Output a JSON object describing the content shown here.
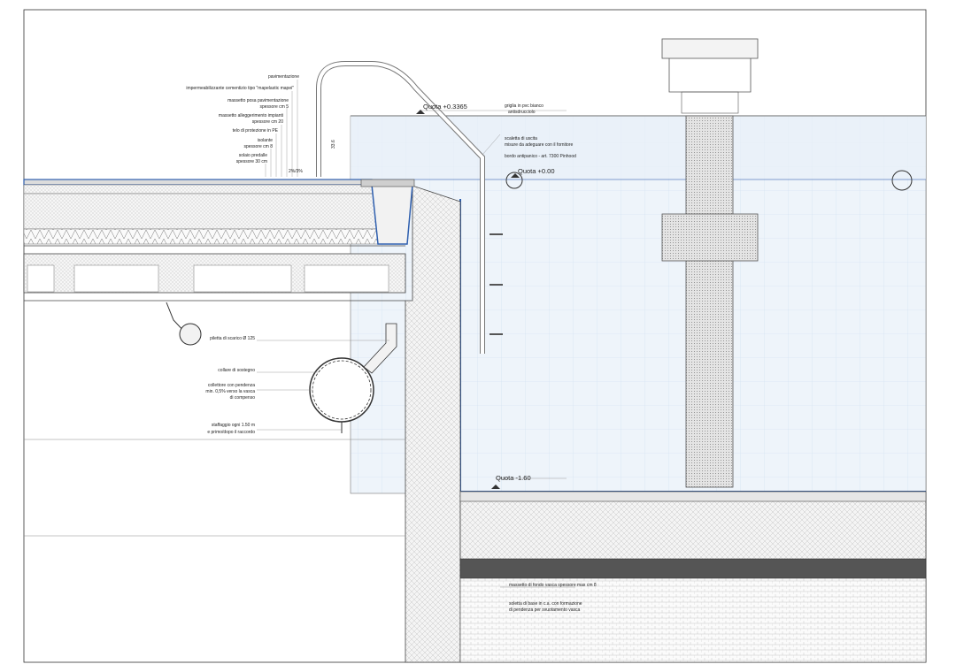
{
  "colors": {
    "water": "#eef4fa",
    "water_line": "#5b7fbf",
    "liner": "#2f5fae",
    "concrete": "#d9d9d9",
    "dark_band": "#555555"
  },
  "levels": {
    "top": "Quota  +0.3365",
    "water": "Quota  +0.00",
    "bottom": "Quota  -1.60"
  },
  "slope": "2%/3%",
  "dim_value": "33.6",
  "floor_layers": [
    "pavimentazione",
    "impermeabilizzante cementizio tipo \"mapelastic mapei\"",
    "massetto posa pavimentazione",
    "spessore cm 5",
    "massetto alleggerimento impianti",
    "spessore cm 20",
    "telo di protezione in PE",
    "isolante",
    "spessore cm 8",
    "solaio predalle",
    "spessore 30 cm"
  ],
  "pool_notes": [
    "griglia in pvc bianco",
    "antisdrucciolo",
    "scaletta di uscita",
    "misure da adeguare con il fornitore",
    "bordo antipanico - art. 7300 Pinhood"
  ],
  "drain_notes": {
    "pipe": "piletta di scarico Ø 125",
    "collar": "collare di sostegno",
    "collector": [
      "collettore con pendenza",
      "min. 0,5% verso la vasca",
      "di compenso"
    ],
    "bracket": [
      "staffaggio ogni 1.50 m",
      "e primo/dopo il raccordo"
    ]
  },
  "base_notes": [
    "massetto di fondo vasca spessore max cm 8",
    "soletta di base in c.a. con formazione",
    "di pendenza per svuotamento vasca"
  ]
}
